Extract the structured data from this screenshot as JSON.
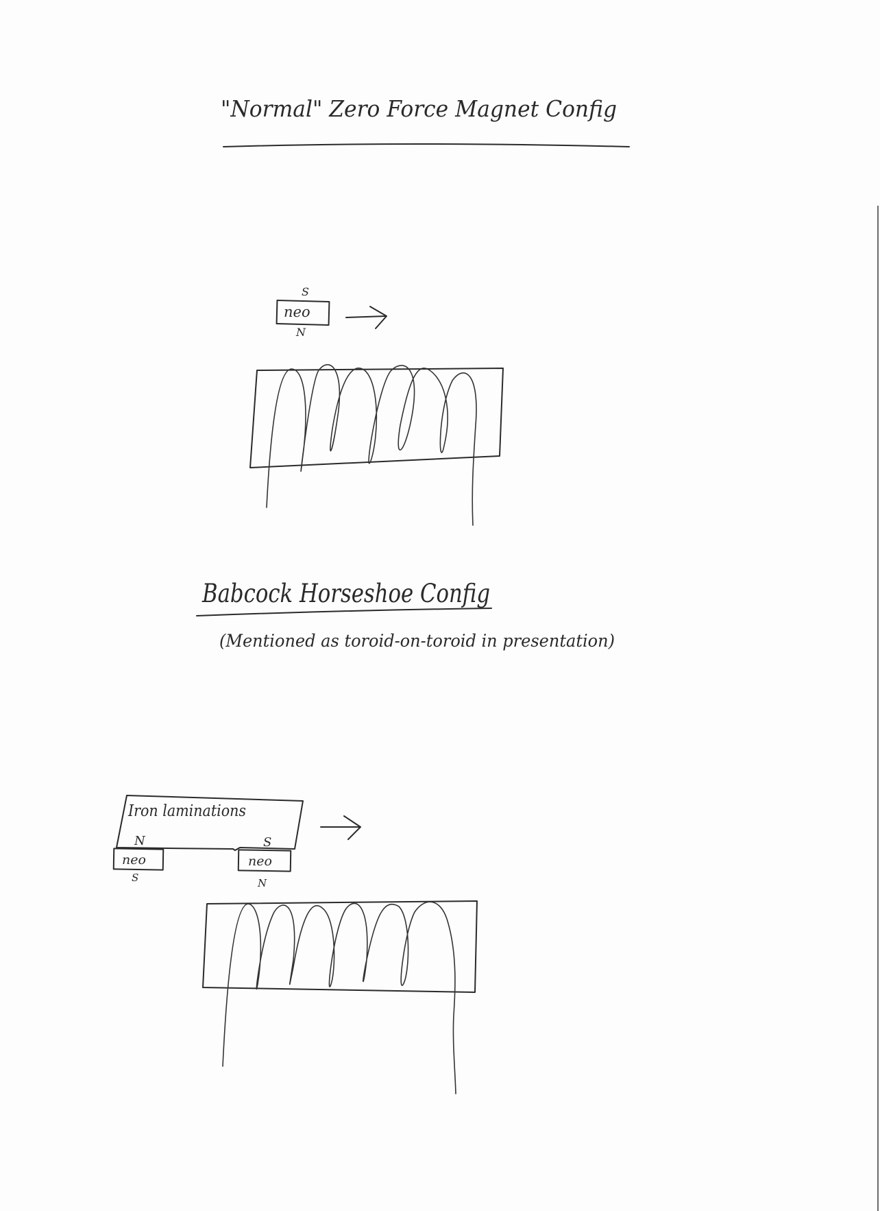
{
  "titles": {
    "normal": "\"Normal\" Zero Force Magnet Config",
    "babcock": "Babcock Horseshoe Config",
    "babcock_note": "(Mentioned as toroid-on-toroid in presentation)"
  },
  "diagram1": {
    "magnet_label": "neo",
    "pole_top": "S",
    "pole_bottom": "N"
  },
  "diagram2": {
    "iron_label": "Iron laminations",
    "left_pole_upper": "N",
    "right_pole_upper": "S",
    "left_magnet_label": "neo",
    "right_magnet_label": "neo",
    "left_pole_lower": "S",
    "right_pole_lower": "N"
  }
}
